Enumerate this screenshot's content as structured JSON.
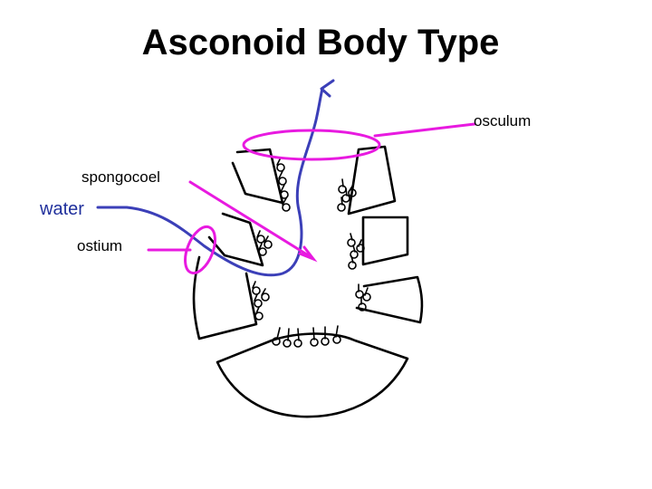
{
  "title": "Asconoid Body Type",
  "labels": {
    "osculum": "osculum",
    "spongocoel": "spongocoel",
    "water": "water",
    "ostium": "ostium"
  },
  "colors": {
    "pointer": "#e81ae0",
    "water_flow": "#3b3fb8",
    "outline": "#000000"
  }
}
